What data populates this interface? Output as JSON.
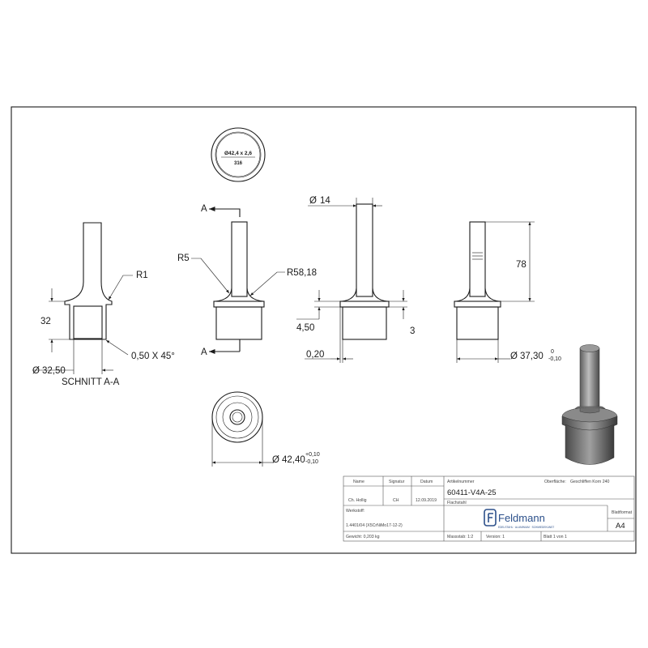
{
  "views": {
    "section_title": "SCHNITT A-A",
    "section_letter": "A",
    "engraving_line1": "Ø42,4 x 2,6",
    "engraving_line2": "316"
  },
  "dimensions": {
    "r1": "R1",
    "h32": "32",
    "d32_50": "32,50",
    "chamfer": "0,50 X 45°",
    "r5": "R5",
    "r58_18": "R58,18",
    "d14": "14",
    "h4_50": "4,50",
    "h3": "3",
    "w0_20": "0,20",
    "h78": "78",
    "d37_30": "37,30",
    "tol_37_upper": "0",
    "tol_37_lower": "-0,10",
    "d42_40": "42,40",
    "tol_42_upper": "+0,10",
    "tol_42_lower": "-0,10",
    "dia_symbol": "Ø"
  },
  "title_block": {
    "col_name": "Name",
    "col_signature": "Signatur",
    "col_date": "Datum",
    "drawn_name": "Ch. Hollig",
    "drawn_sig": "CH",
    "drawn_date": "12.09.2019",
    "article_label": "Artikelnummer",
    "article_number": "60411-V4A-25",
    "surface_label": "Oberfläche:",
    "surface_value": "Geschliffen Korn 240",
    "title_label": "Flachstahl",
    "material_label": "Werkstoff:",
    "material_value": "1.4401/04 (X5CrNiMo17-12-2)",
    "brand": "Feldmann",
    "brand_tagline": "EDELSTAHL · ALUMINIUM · SCHMIEDEKUNST",
    "sheet_format_label": "Blattformat",
    "sheet_format": "A4",
    "weight": "Gewicht: 0,203 kg",
    "scale": "Massstab: 1:2",
    "version": "Version: 1",
    "sheet": "Blatt 1 von 1"
  }
}
